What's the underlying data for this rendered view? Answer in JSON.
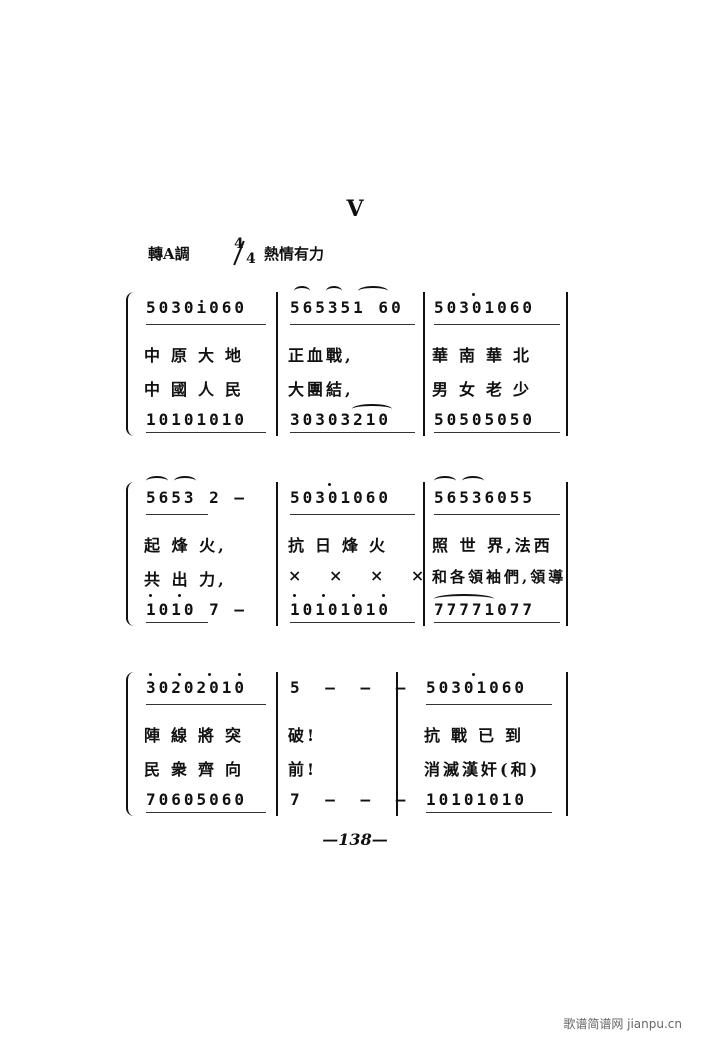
{
  "header": {
    "title": "V",
    "key": "轉A調",
    "time_numerator": "4",
    "time_denominator": "4",
    "tempo": "熱情有力"
  },
  "systems": [
    {
      "measures": [
        {
          "notes": "5030i060",
          "lyric1": "中原大地",
          "lyric2": "中國人民",
          "bass": "10101010"
        },
        {
          "notes": "565351 60",
          "lyric1": "正血戰,",
          "lyric2": "大團結,",
          "bass": "30303210"
        },
        {
          "notes": "50301060",
          "lyric1": "華南華北",
          "lyric2": "男女老少",
          "bass": "50505050"
        }
      ]
    },
    {
      "measures": [
        {
          "notes": "5653  2 —",
          "lyric1": "起 烽  火,",
          "lyric2": "共 出  力,",
          "bass": "1010  7 —"
        },
        {
          "notes": "50301060",
          "lyric1": "抗日烽火",
          "lyric2": "× × × ×",
          "bass": "10101010"
        },
        {
          "notes": "56536055",
          "lyric1": "照 世 界,法西",
          "lyric2": "和各領袖們,領導",
          "bass": "77771077"
        }
      ]
    },
    {
      "measures": [
        {
          "notes": "30202010",
          "lyric1": "陣線將突",
          "lyric2": "民衆齊向",
          "bass": "70605060"
        },
        {
          "notes": "5 — — —",
          "lyric1": "破!",
          "lyric2": "前!",
          "bass": "7 — — —"
        },
        {
          "notes": "50301060",
          "lyric1": "抗戰已到",
          "lyric2": "消滅漢奸(和)",
          "bass": "10101010"
        }
      ]
    }
  ],
  "footer": {
    "page_number": "—138—",
    "watermark": "歌谱简谱网 jianpu.cn"
  }
}
